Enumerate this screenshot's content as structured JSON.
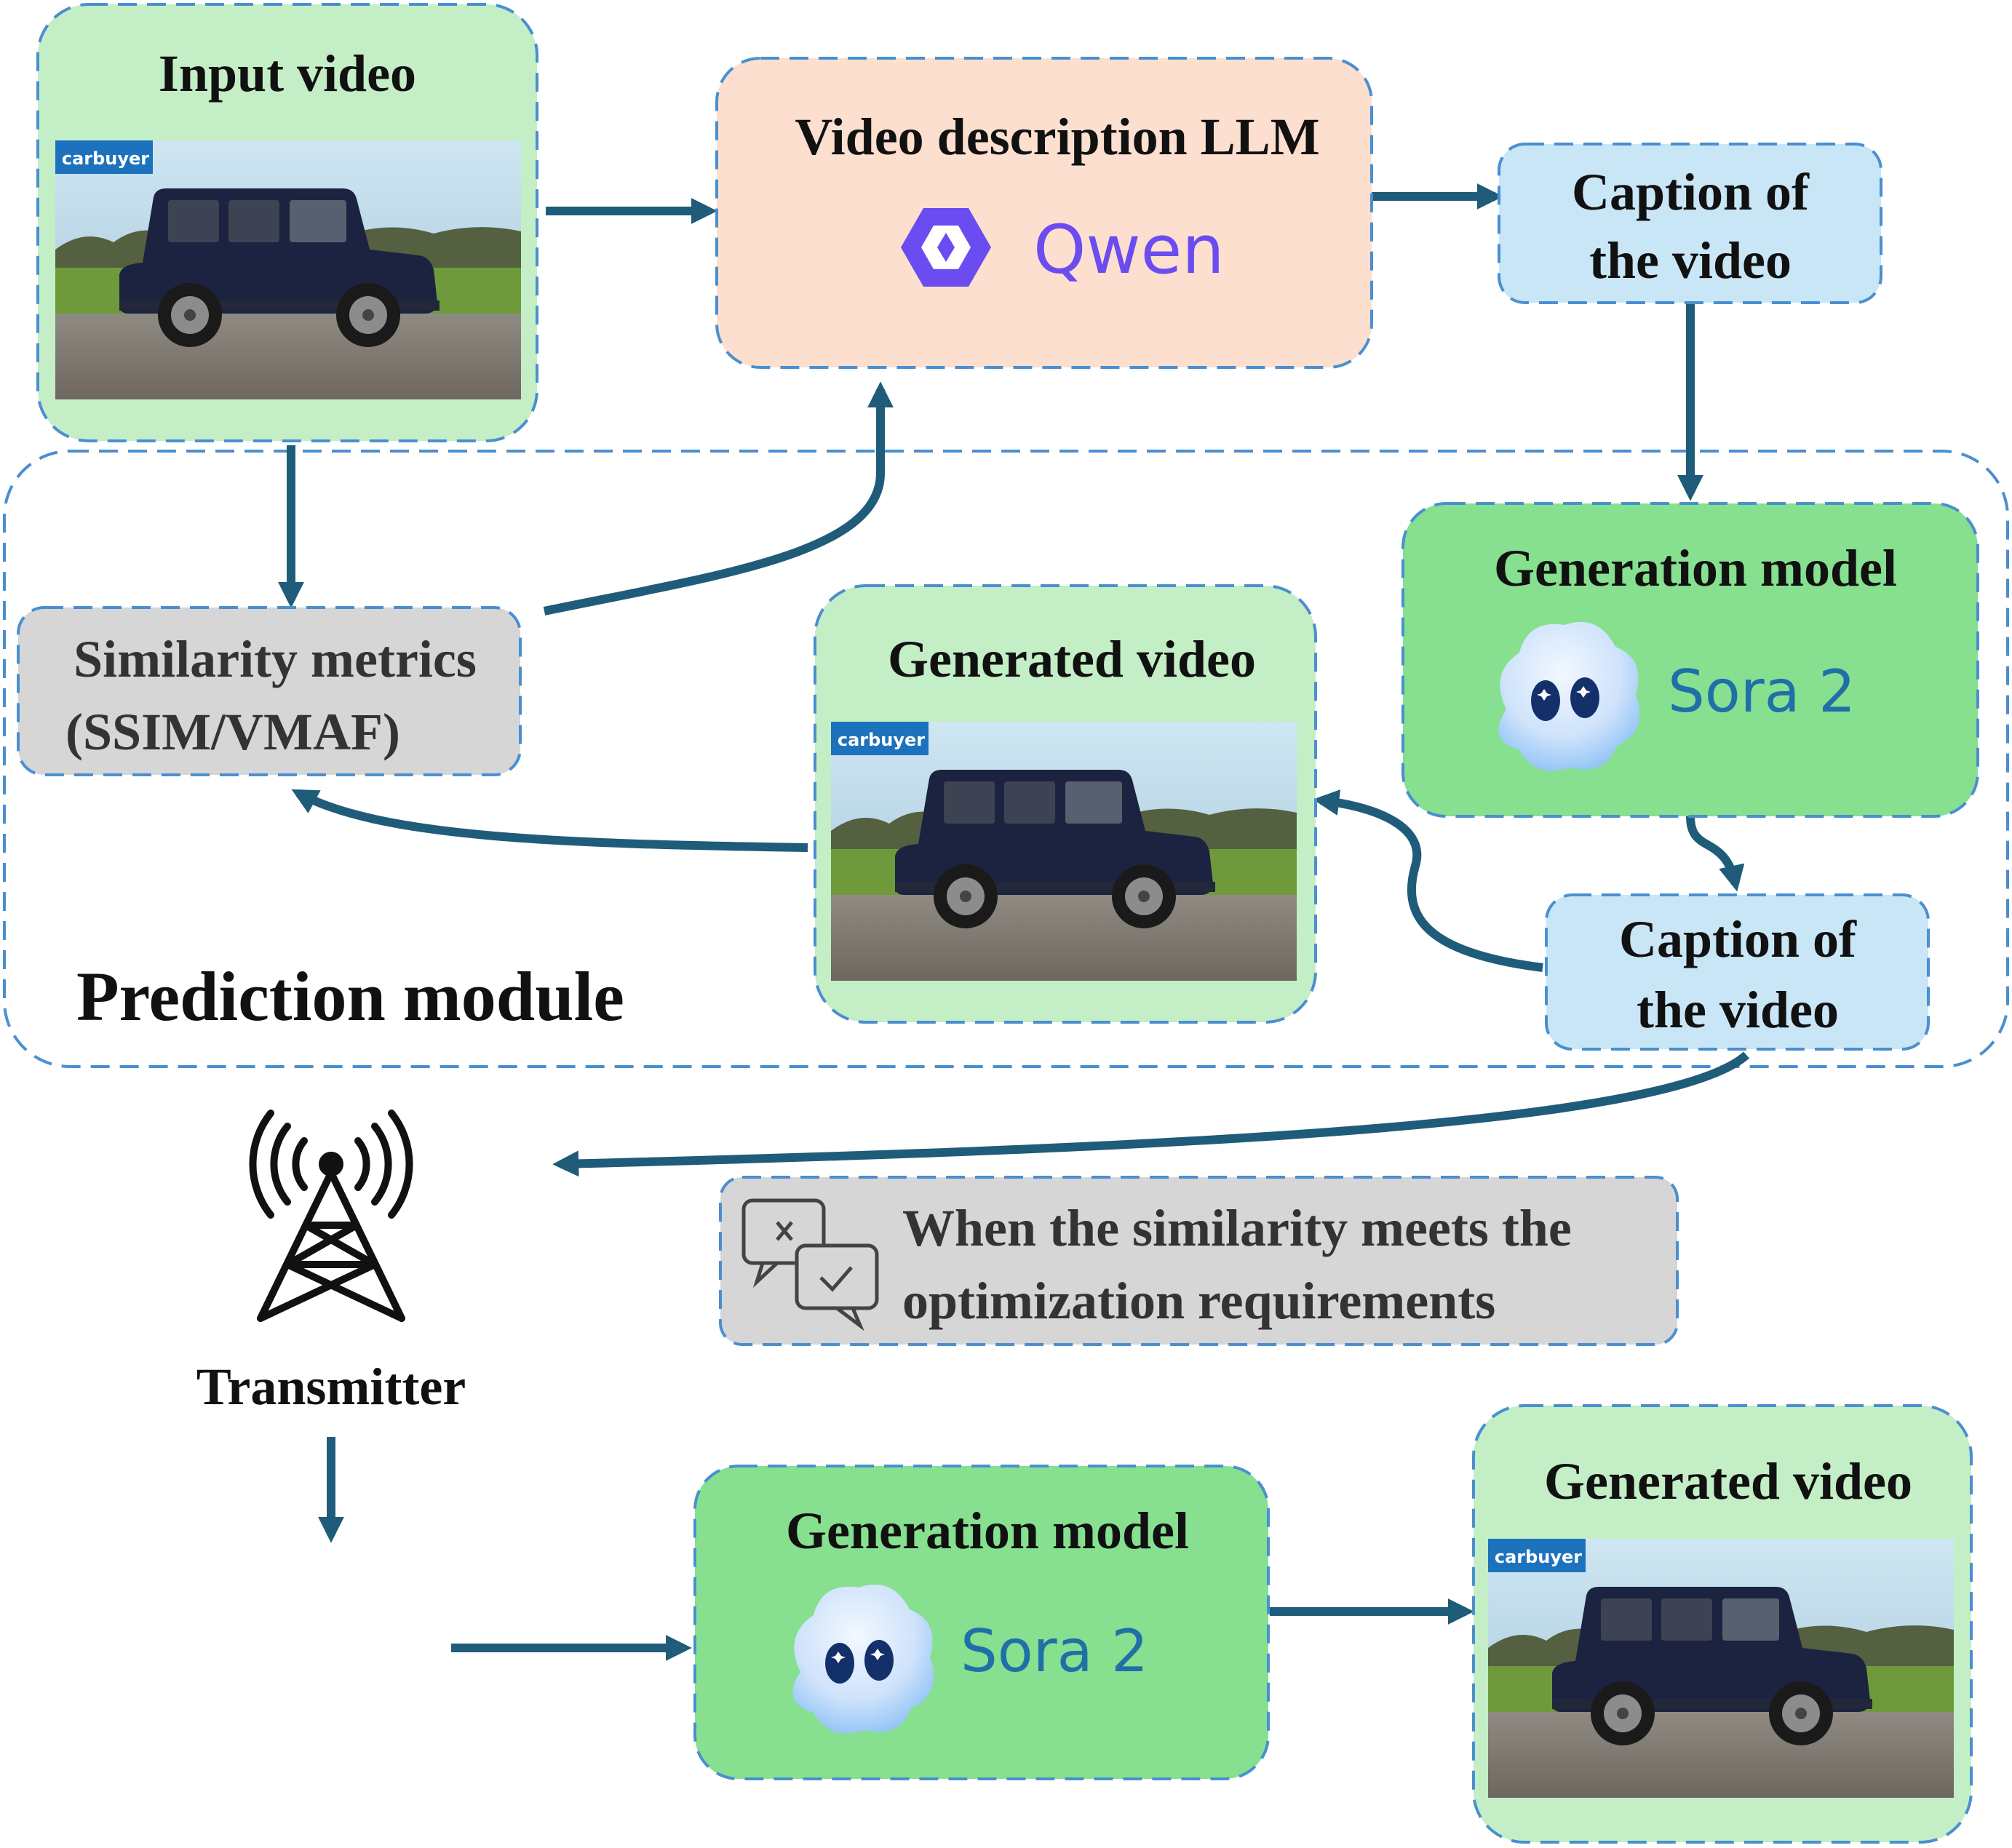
{
  "input_box": {
    "title": "Input video",
    "video_logo": "carbuyer"
  },
  "llm_box": {
    "title": "Video description LLM",
    "model_name": "Qwen",
    "icon": "qwen-logo-icon"
  },
  "caption_top": {
    "line1": "Caption of",
    "line2": "the video"
  },
  "similarity_box": {
    "line1": "Similarity metrics",
    "line2": "(SSIM/VMAF)"
  },
  "generated_mid": {
    "title": "Generated video",
    "video_logo": "carbuyer"
  },
  "generation_mid": {
    "title": "Generation model",
    "model_name": "Sora 2",
    "icon": "sora-logo-icon"
  },
  "caption_mid": {
    "line1": "Caption of",
    "line2": "the video"
  },
  "prediction_module": {
    "label": "Prediction module"
  },
  "condition_box": {
    "line1": "When the similarity meets the",
    "line2": "optimization requirements",
    "icon": "chat-check-icon"
  },
  "transmitter": {
    "label": "Transmitter",
    "icon": "antenna-tower-icon"
  },
  "generation_bottom": {
    "title": "Generation model",
    "model_name": "Sora 2",
    "icon": "sora-logo-icon"
  },
  "generated_bottom": {
    "title": "Generated video",
    "video_logo": "carbuyer"
  },
  "colors": {
    "arrow": "#1f5c7a",
    "dash_border": "#4a8fd0",
    "light_green": "#c4eec6",
    "mid_green": "#86e08f",
    "peach": "#fcdfcf",
    "light_blue": "#c9e6f7",
    "gray": "#d6d6d6",
    "qwen_purple": "#6a4cf0",
    "sora_blue": "#1f6fa8"
  }
}
